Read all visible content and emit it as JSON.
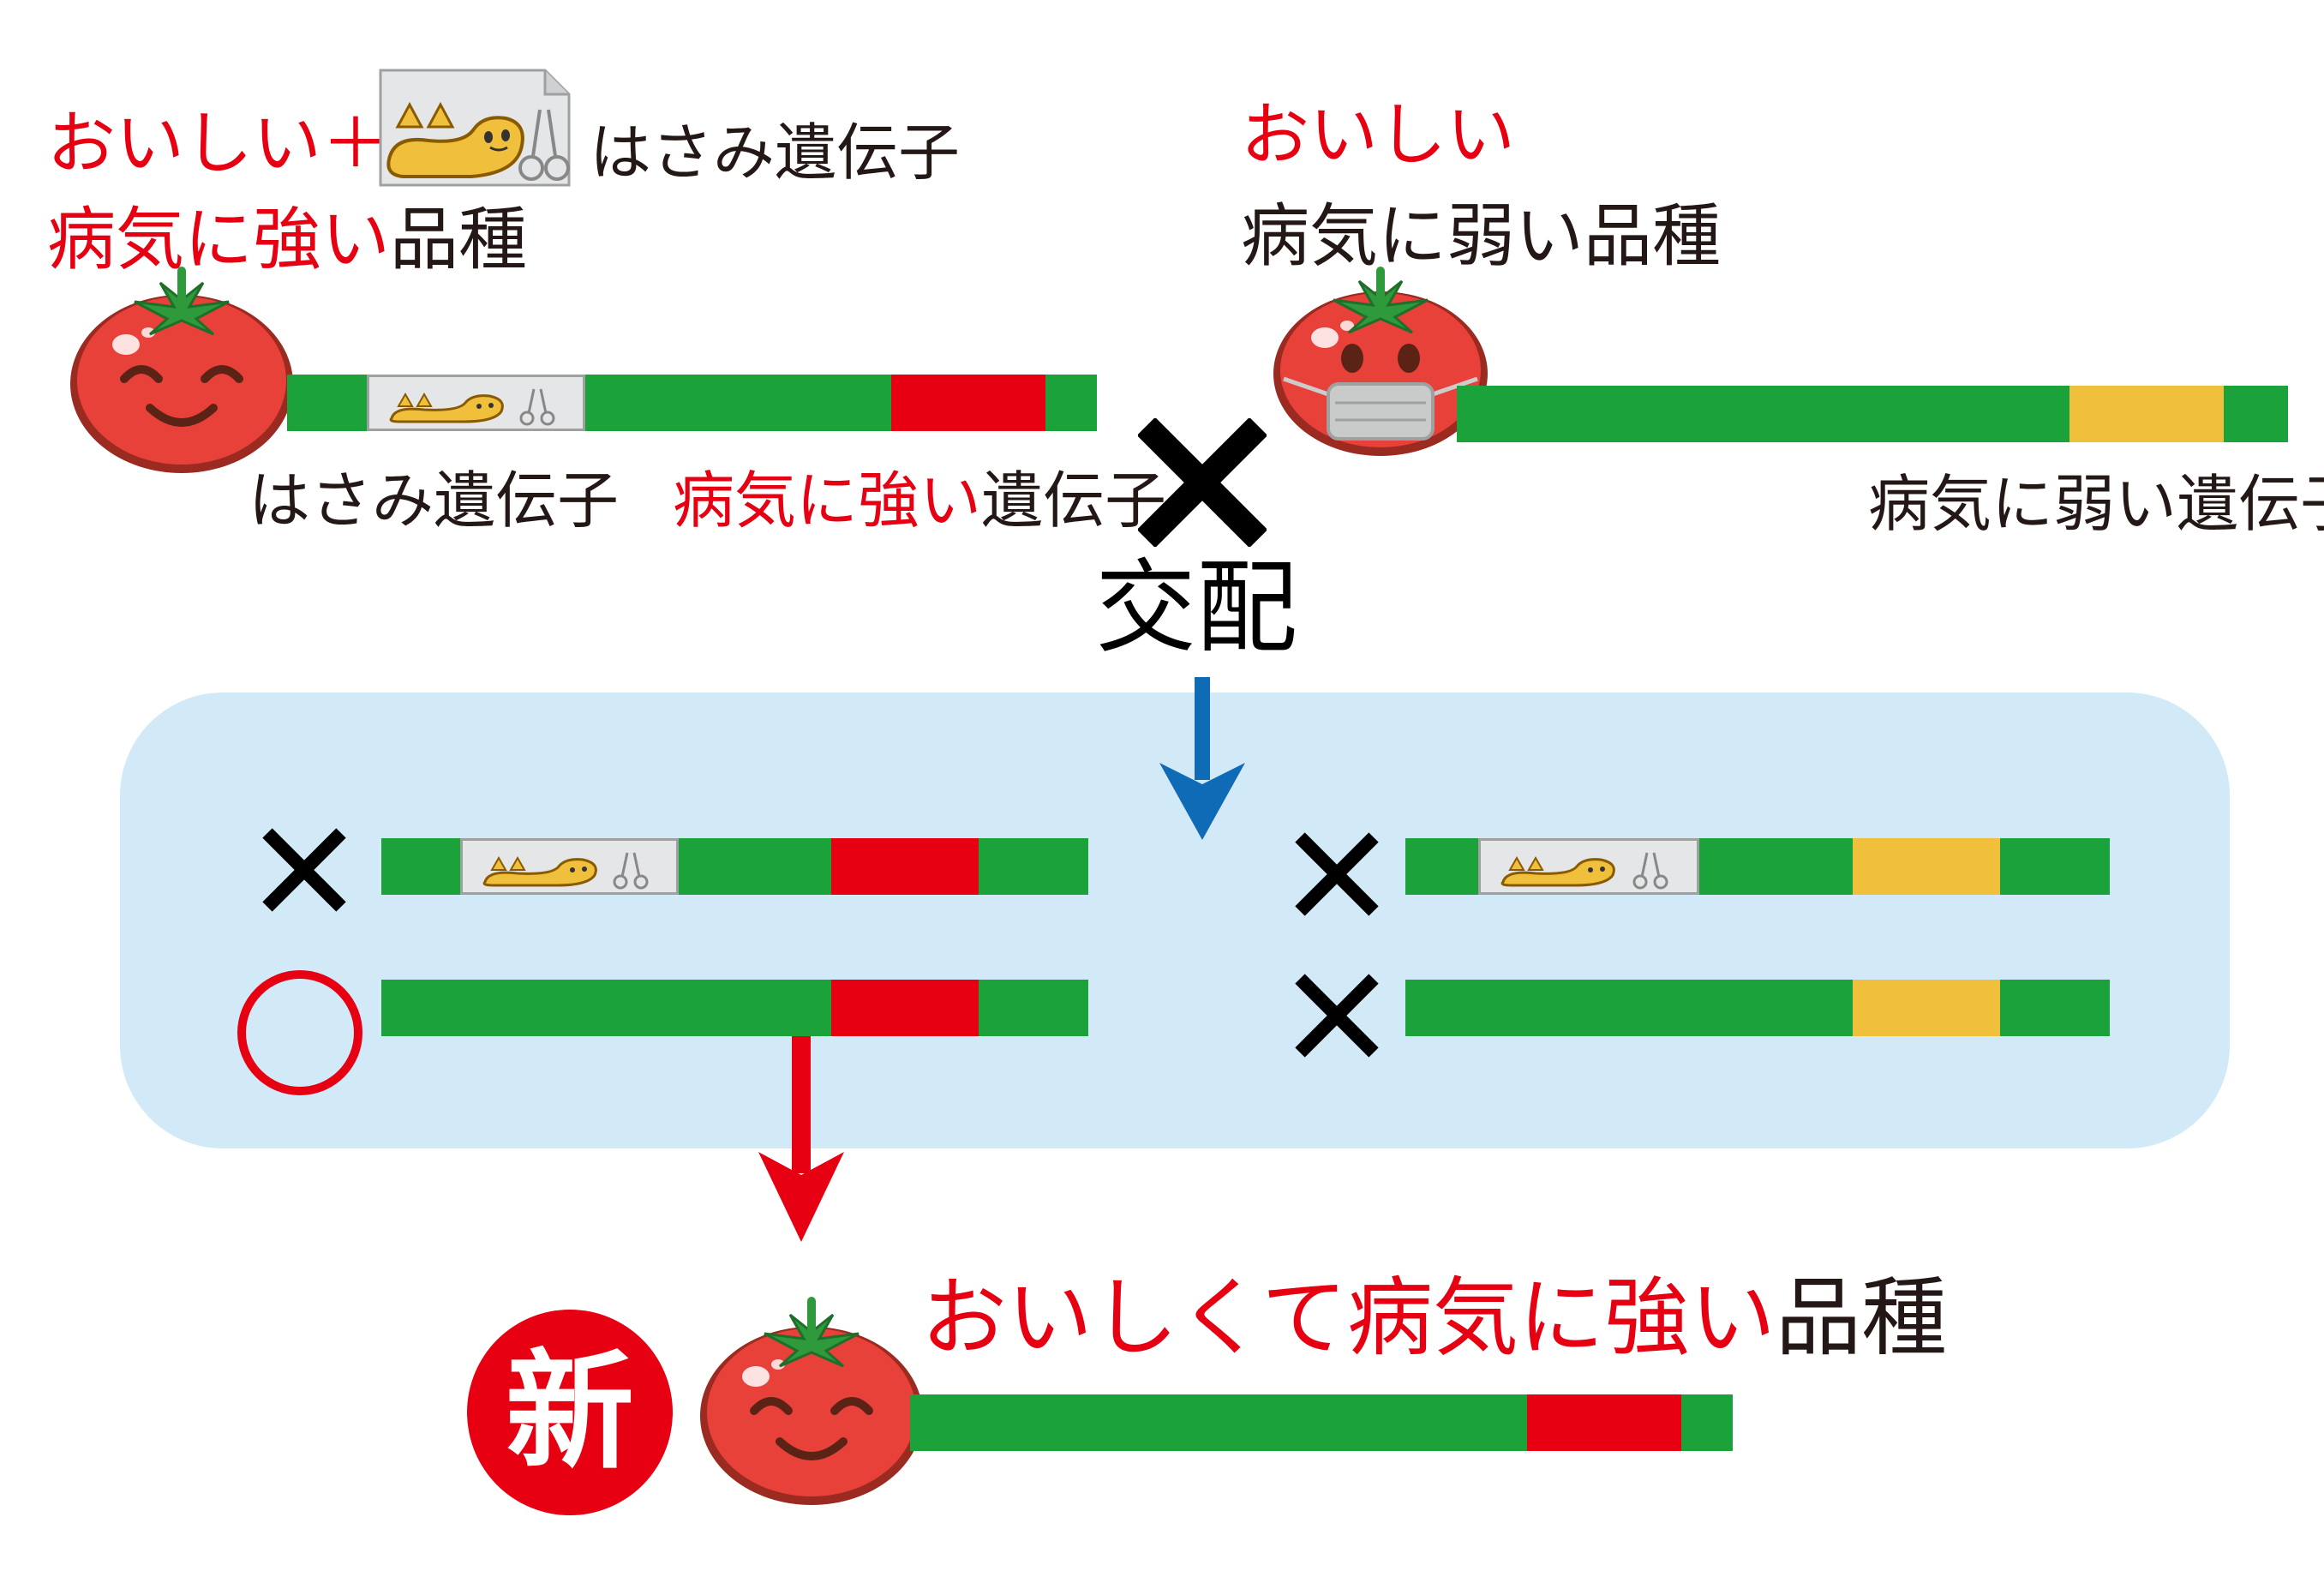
{
  "parent_left": {
    "title_line1_red": "おいしい＋",
    "title_line1_black": "はさみ遺伝子",
    "title_line2_red": "病気に強い",
    "title_line2_black": "品種",
    "label_scissors": "はさみ遺伝子",
    "label_resistant_red": "病気に強い",
    "label_resistant_black": "遺伝子"
  },
  "parent_right": {
    "title_line1_red": "おいしい",
    "title_line2_black": "病気に弱い品種",
    "label_weak": "病気に弱い遺伝子"
  },
  "cross": {
    "symbol": "✕",
    "label": "交配"
  },
  "offspring": [
    {
      "mark": "✕",
      "scissors": true,
      "gene": "resistant"
    },
    {
      "mark": "◯",
      "scissors": false,
      "gene": "resistant"
    },
    {
      "mark": "✕",
      "scissors": true,
      "gene": "weak"
    },
    {
      "mark": "✕",
      "scissors": false,
      "gene": "weak"
    }
  ],
  "result": {
    "badge": "新",
    "title_red": "おいしくて病気に強い",
    "title_black": "品種"
  },
  "colors": {
    "chromosome": "#1ca23b",
    "resistant_gene": "#e60012",
    "weak_gene": "#f0c03c",
    "panel": "#d2eaf8",
    "arrow_blue": "#0f6bb5",
    "arrow_red": "#e60012",
    "text_red": "#e60012",
    "text_black": "#231815"
  },
  "icons": [
    "tomato-smile-icon",
    "tomato-mask-icon",
    "scissors-gene-icon",
    "cross-mark-icon",
    "circle-mark-icon",
    "arrow-down-icon"
  ]
}
